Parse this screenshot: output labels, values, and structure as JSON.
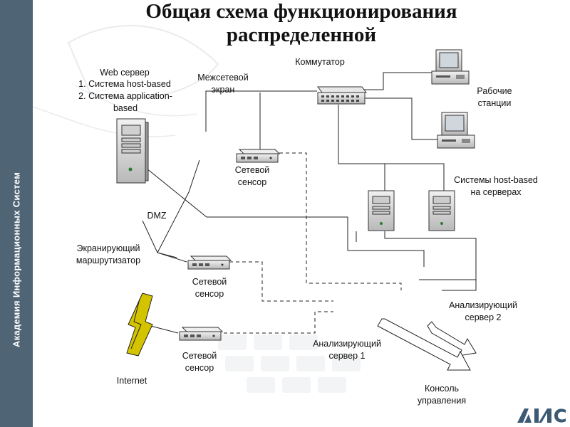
{
  "sidebar": {
    "text": "Академия Информационных Систем"
  },
  "title": {
    "line1": "Общая схема функционирования",
    "line2": "распределенной"
  },
  "labels": {
    "web_server": "Web сервер",
    "host_based": "1. Система host-based",
    "app_based_1": "2. Система application-",
    "app_based_2": "based",
    "firewall_1": "Межсетевой",
    "firewall_2": "экран",
    "switch": "Коммутатор",
    "workstations_1": "Рабочие",
    "workstations_2": "станции",
    "sensor_top_1": "Сетевой",
    "sensor_top_2": "сенсор",
    "hostbased_servers_1": "Системы host-based",
    "hostbased_servers_2": "на серверах",
    "dmz": "DMZ",
    "router_1": "Экранирующий",
    "router_2": "маршрутизатор",
    "sensor_mid_1": "Сетевой",
    "sensor_mid_2": "сенсор",
    "analyzer2_1": "Анализирующий",
    "analyzer2_2": "сервер 2",
    "sensor_bot_1": "Сетевой",
    "sensor_bot_2": "сенсор",
    "analyzer1_1": "Анализирующий",
    "analyzer1_2": "сервер 1",
    "internet": "Internet",
    "console_1": "Консоль",
    "console_2": "управления"
  },
  "logo": {
    "text": "АИС"
  },
  "colors": {
    "sidebar": "#4f6475",
    "line": "#222222",
    "device": "#d9d9d9",
    "lightning": "#d4c400"
  }
}
